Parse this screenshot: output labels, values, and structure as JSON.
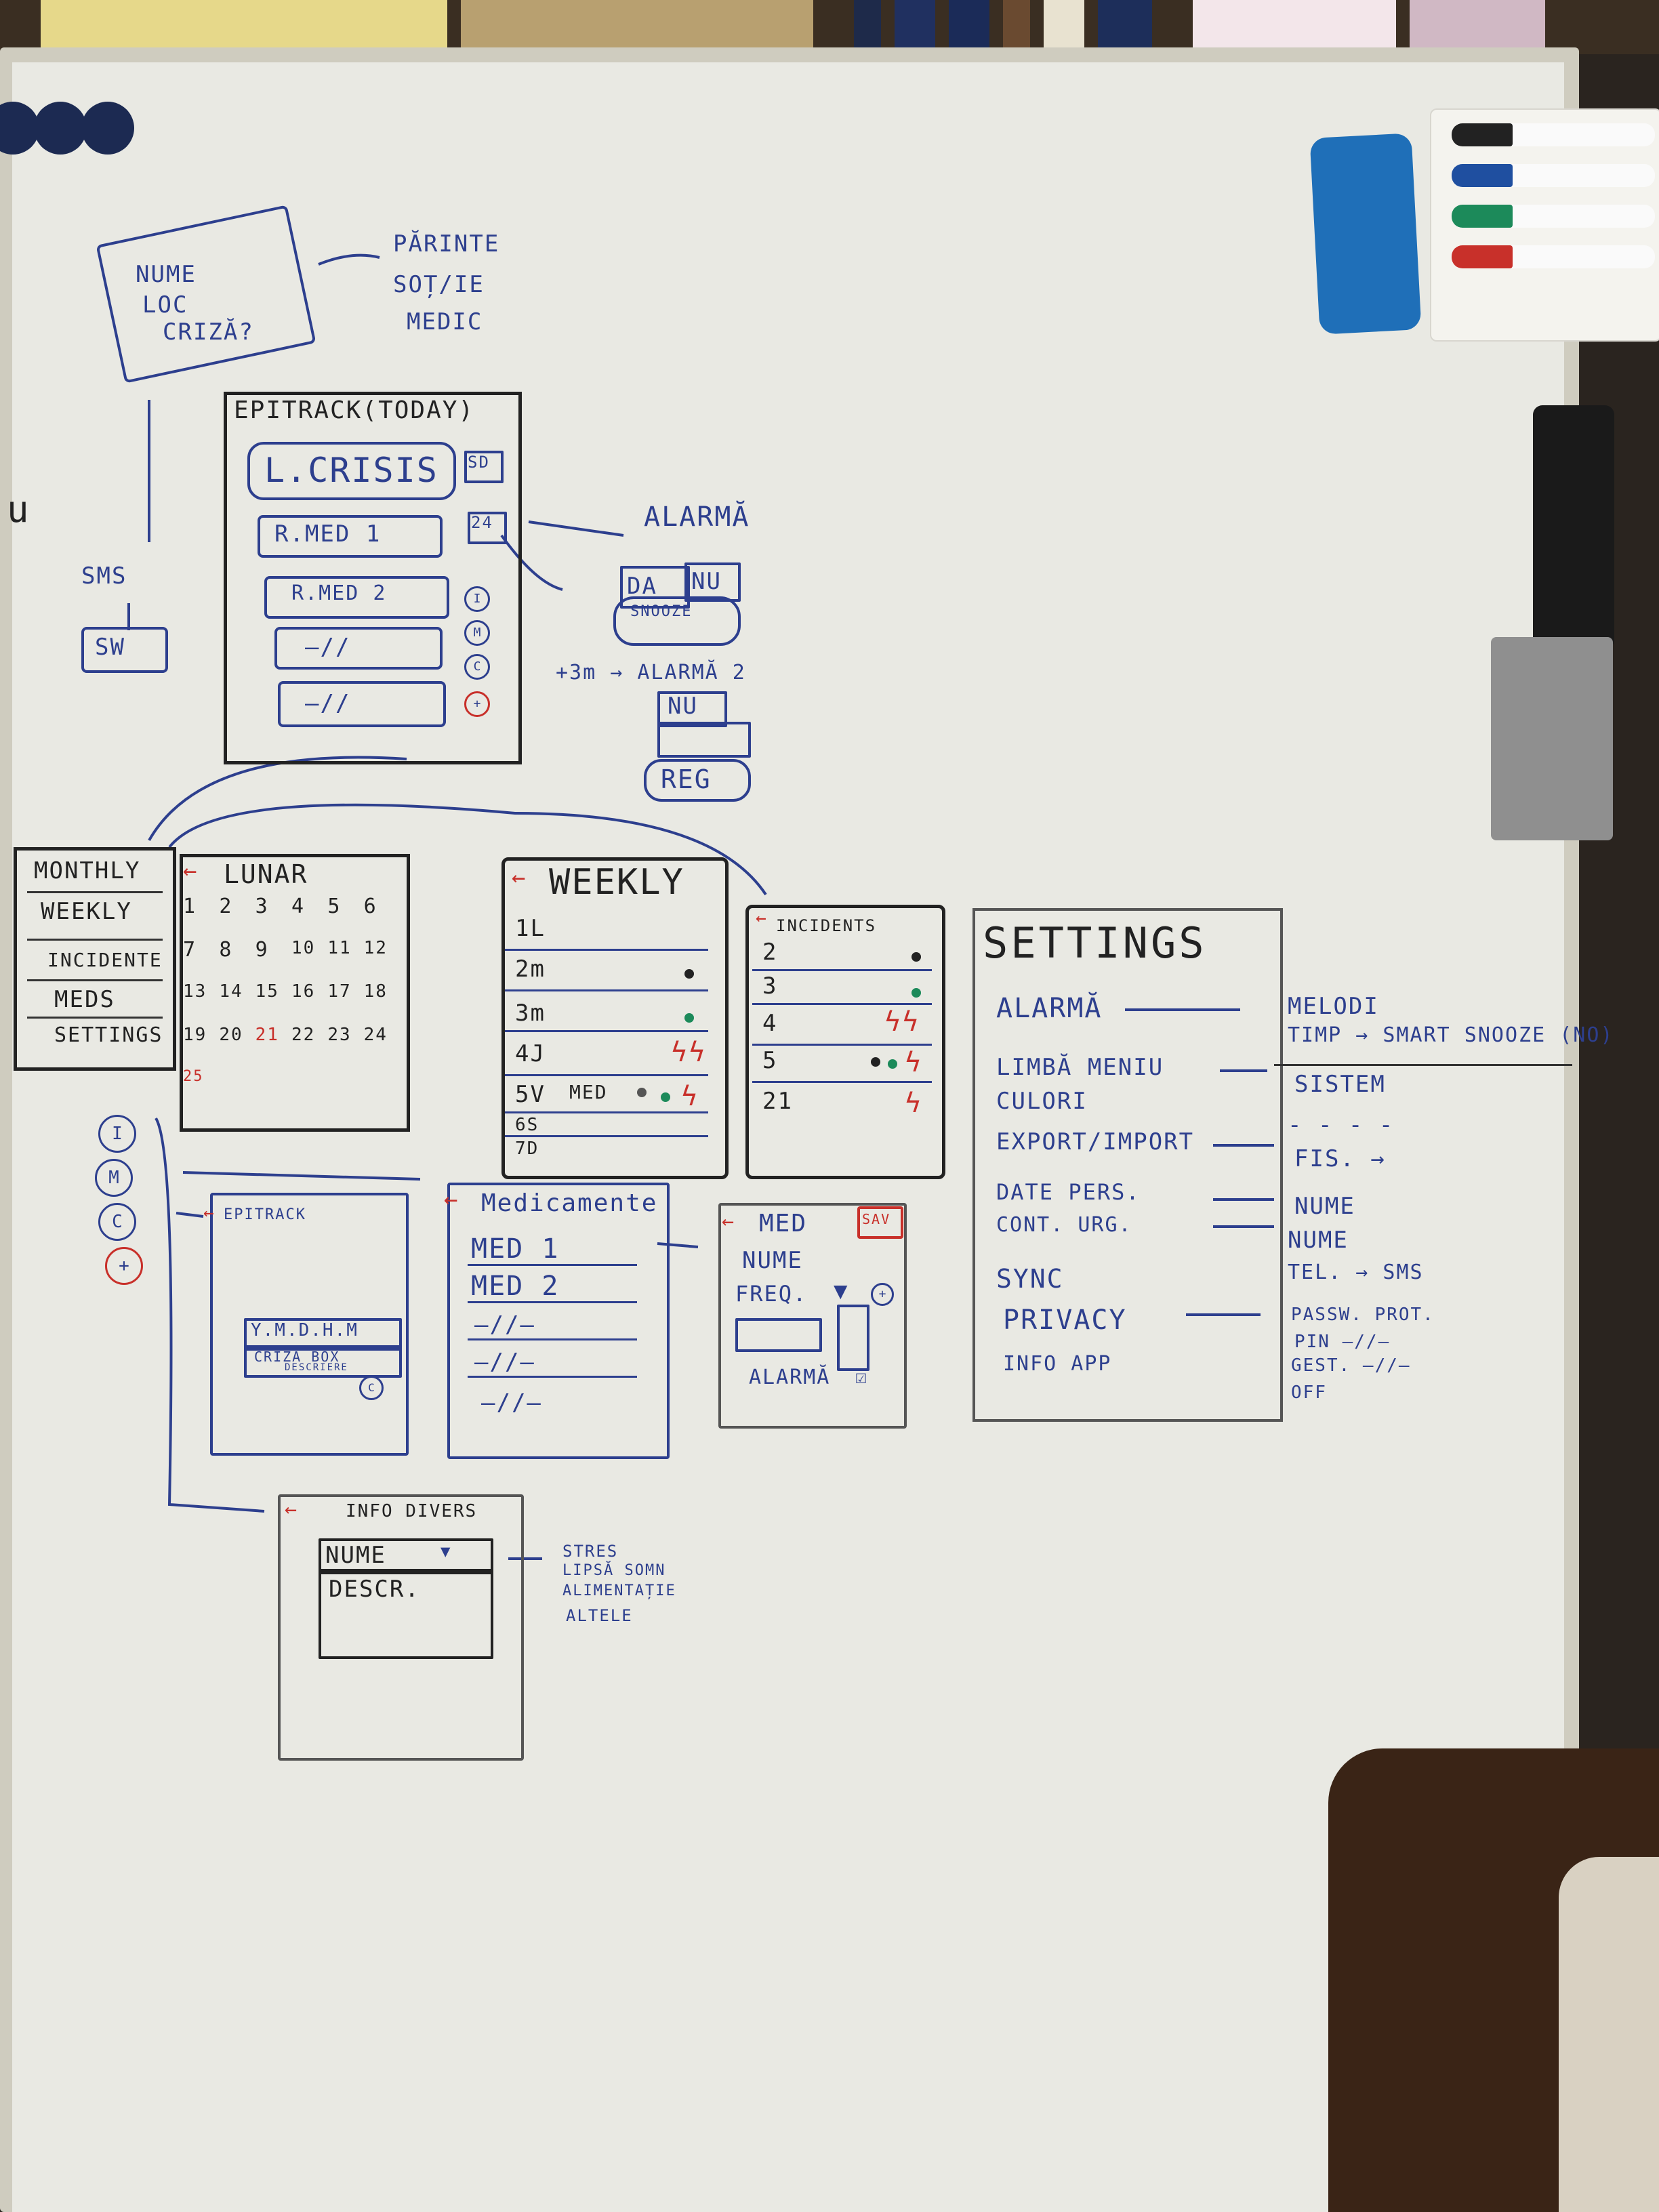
{
  "top_note": {
    "box_lines": [
      "NUME",
      "LOC",
      "CRIZĂ?"
    ],
    "targets": [
      "PĂRINTE",
      "SOȚ/IE",
      "MEDIC"
    ]
  },
  "sms_note": {
    "label": "SMS",
    "switch": "SW"
  },
  "left_edge_mark": "u",
  "home_screen": {
    "title": "EPITRACK(TODAY)",
    "log_crisis": "L.CRISIS",
    "log_crisis_badge": "SD",
    "rows": [
      "R.MED 1",
      "R.MED 2",
      "—//",
      "—//"
    ],
    "row_badge": "24",
    "side_icons": [
      "I",
      "M",
      "C",
      "+"
    ]
  },
  "alarm_note": {
    "label": "ALARMĂ",
    "buttons": [
      "DA",
      "NU"
    ],
    "snooze": "SNOOZE",
    "retry": "+3m → ALARMĂ 2",
    "retry_button": "NU",
    "reg": "REG"
  },
  "menu_list": {
    "items": [
      "MONTHLY",
      "WEEKLY",
      "INCIDENTE",
      "MEDS",
      "SETTINGS"
    ]
  },
  "lunar_screen": {
    "title": "LUNAR",
    "cells": [
      "1",
      "2",
      "3",
      "4",
      "5",
      "6",
      "7",
      "8",
      "9",
      "10",
      "11",
      "12",
      "13",
      "14",
      "15",
      "16",
      "17",
      "18",
      "19",
      "20",
      "21",
      "22",
      "23",
      "24",
      "25"
    ]
  },
  "weekly_screen": {
    "title": "WEEKLY",
    "rows": [
      "1L",
      "2m",
      "3m",
      "4J",
      "5V",
      "6S",
      "7D"
    ],
    "med_label": "MED"
  },
  "incidents_screen": {
    "title": "INCIDENTS",
    "rows": [
      "2",
      "3",
      "4",
      "5",
      "21"
    ]
  },
  "settings_screen": {
    "title": "SETTINGS",
    "items": [
      "ALARMĂ",
      "LIMBĂ MENIU",
      "CULORI",
      "EXPORT/IMPORT",
      "DATE PERS.",
      "CONT. URG.",
      "SYNC",
      "PRIVACY",
      "INFO APP"
    ],
    "notes": [
      "MELODI",
      "TIMP → SMART SNOOZE (NO)",
      "SISTEM",
      "- - - -",
      "FIS. →",
      "NUME",
      "NUME",
      "TEL. → SMS",
      "PASSW. PROT.",
      "PIN —//—",
      "GEST. —//—",
      "OFF"
    ]
  },
  "small_circles": [
    "I",
    "M",
    "C",
    "+"
  ],
  "epitrack_screen": {
    "title": "EPITRACK",
    "field": "Y.M.D.H.M",
    "dropdown": "CRIZA BOX",
    "sub": "DESCRIERE",
    "icon": "C"
  },
  "medicamente_screen": {
    "title": "Medicamente",
    "rows": [
      "MED 1",
      "MED 2",
      "—//—",
      "—//—",
      "—//—"
    ]
  },
  "med_detail_screen": {
    "title": "MED",
    "save": "SAV",
    "fields": [
      "NUME",
      "FREQ."
    ],
    "alarm": "ALARMĂ"
  },
  "info_screen": {
    "title": "INFO DIVERS",
    "fields": [
      "NUME",
      "DESCR."
    ],
    "options": [
      "STRES",
      "LIPSĂ SOMN",
      "ALIMENTAȚIE",
      "ALTELE"
    ]
  },
  "colors": {
    "blue_marker": "#2d3f8e",
    "black_marker": "#222222",
    "red_marker": "#c8302a",
    "green_marker": "#1c8a5a",
    "board": "#e9e9e3"
  }
}
